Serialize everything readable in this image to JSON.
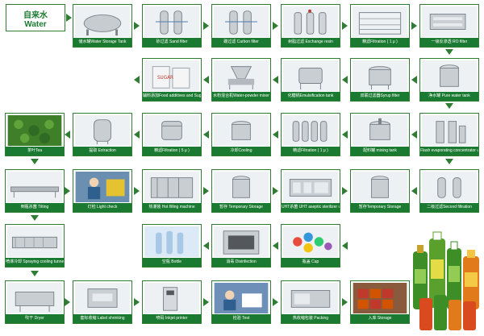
{
  "source": {
    "zh": "自来水",
    "en": "Water"
  },
  "nodes": [
    {
      "id": "storage-tank",
      "label": "储水罐Water Storage Tank",
      "icon": "tank-horizontal-icon"
    },
    {
      "id": "sand-filter",
      "label": "砂过滤 Sand filter",
      "icon": "twin-filter-icon"
    },
    {
      "id": "carbon-filter",
      "label": "碳过滤 Carbon filter",
      "icon": "twin-filter-icon"
    },
    {
      "id": "exchange-resin",
      "label": "树脂过滤 Exchange resin",
      "icon": "resin-column-icon"
    },
    {
      "id": "filtration-1um",
      "label": "精滤Filtration ( 1 μ )",
      "icon": "membrane-rack-icon"
    },
    {
      "id": "ro-filter",
      "label": "一级反渗透 RO filter",
      "icon": "ro-machine-icon"
    },
    {
      "id": "food-additives",
      "label": "辅料添加Food additives and Sugar",
      "icon": "sugar-bags-icon"
    },
    {
      "id": "water-powder-mixer",
      "label": "水粉混合机Water-powder mixer",
      "icon": "powder-mixer-icon"
    },
    {
      "id": "emulsification-tank",
      "label": "化糖锅Emulsification tank",
      "icon": "emulsifier-icon"
    },
    {
      "id": "syrup-filter",
      "label": "双联过滤器Syrup filter",
      "icon": "jacket-tank-icon"
    },
    {
      "id": "pure-water-tank",
      "label": "净水罐 Pure water tank",
      "icon": "vertical-tank-icon"
    },
    {
      "id": "tea",
      "label": "茶叶Tea",
      "icon": "tea-leaves-icon"
    },
    {
      "id": "extraction",
      "label": "提取 Extraction",
      "icon": "extraction-tank-icon"
    },
    {
      "id": "filtration-5um",
      "label": "精滤Filtration ( 5 μ )",
      "icon": "filter-housing-icon"
    },
    {
      "id": "cooling",
      "label": "冷却Cooling",
      "icon": "cooling-tank-icon"
    },
    {
      "id": "filtration-multi",
      "label": "精滤Filtration ( 1 μ )",
      "icon": "cartridge-filters-icon"
    },
    {
      "id": "mixing-tank",
      "label": "配料罐 mixing tank",
      "icon": "mixing-tank-icon"
    },
    {
      "id": "evaporating-concentrator",
      "label": "Flash evaporating concentrator unit",
      "icon": "evaporator-icon"
    },
    {
      "id": "tilting",
      "label": "倒瓶杀菌 Tilting",
      "icon": "conveyor-icon"
    },
    {
      "id": "light-check",
      "label": "灯检 Light check",
      "icon": "worker-icon"
    },
    {
      "id": "hot-filling",
      "label": "热灌装 Hot filling machine",
      "icon": "filling-machine-icon"
    },
    {
      "id": "temporary-storage-1",
      "label": "暂存 Temporary Storage",
      "icon": "storage-tank-icon"
    },
    {
      "id": "uht-sterilizer",
      "label": "UHT杀菌 UHT aseptic sterilizer unit",
      "icon": "uht-unit-icon"
    },
    {
      "id": "temporary-storage-2",
      "label": "暂存Temporary Storage",
      "icon": "storage-tank-icon"
    },
    {
      "id": "second-filtration",
      "label": "二级过滤Second filtration",
      "icon": "twin-housing-icon"
    },
    {
      "id": "spray-cooling",
      "label": "喷淋冷却 Spraying cooling tunnel",
      "icon": "tunnel-icon"
    },
    {
      "id": "bottle",
      "label": "空瓶 Bottle",
      "icon": "bottles-icon"
    },
    {
      "id": "disinfection",
      "label": "消毒 Disinfection",
      "icon": "oven-icon"
    },
    {
      "id": "cap",
      "label": "瓶盖 Cap",
      "icon": "caps-icon"
    },
    {
      "id": "dryer",
      "label": "吹干 Dryer",
      "icon": "dryer-icon"
    },
    {
      "id": "label-shrinking",
      "label": "套标收缩 Label shrinking",
      "icon": "label-machine-icon"
    },
    {
      "id": "inkjet-printer",
      "label": "喷码 Inkjet printer",
      "icon": "inkjet-icon"
    },
    {
      "id": "test",
      "label": "检验 Test",
      "icon": "lab-test-icon"
    },
    {
      "id": "shrink-packing",
      "label": "热收缩包装 Packing",
      "icon": "shrink-wrap-icon"
    },
    {
      "id": "storage",
      "label": "入库 Storage",
      "icon": "warehouse-icon"
    }
  ],
  "products_icon": "tea-bottles-icon",
  "colors": {
    "accent": "#1b7a31",
    "border": "#2e7d32",
    "bottle_green": "#3e8e27",
    "bottle_orange": "#e07a1a"
  }
}
